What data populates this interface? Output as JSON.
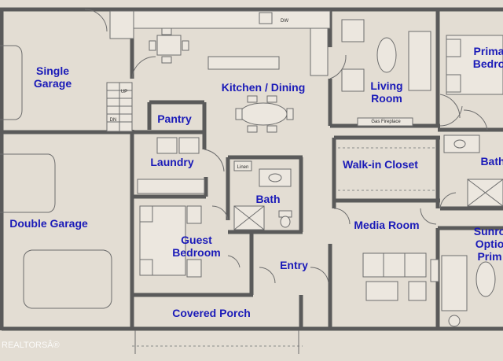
{
  "rooms": {
    "single_garage": [
      "Single",
      "Garage"
    ],
    "kitchen_dining": "Kitchen / Dining",
    "living_room": [
      "Living",
      "Room"
    ],
    "primary_bedroom": [
      "Prima",
      "Bedro"
    ],
    "pantry": "Pantry",
    "laundry": "Laundry",
    "walkin_closet": "Walk-in Closet",
    "bath_primary": "Bath",
    "double_garage": "Double Garage",
    "bath": "Bath",
    "guest_bedroom": [
      "Guest",
      "Bedroom"
    ],
    "media_room": "Media Room",
    "sunroom": [
      "Sunro",
      "Optio",
      "Prim"
    ],
    "entry": "Entry",
    "covered_porch": "Covered Porch"
  },
  "fixtures": {
    "dw": "DW",
    "dn": "DN",
    "up": "UP",
    "linen": "Linen",
    "gas_fireplace": "Gas Fireplace"
  },
  "watermark": "REALTORSÂ®"
}
